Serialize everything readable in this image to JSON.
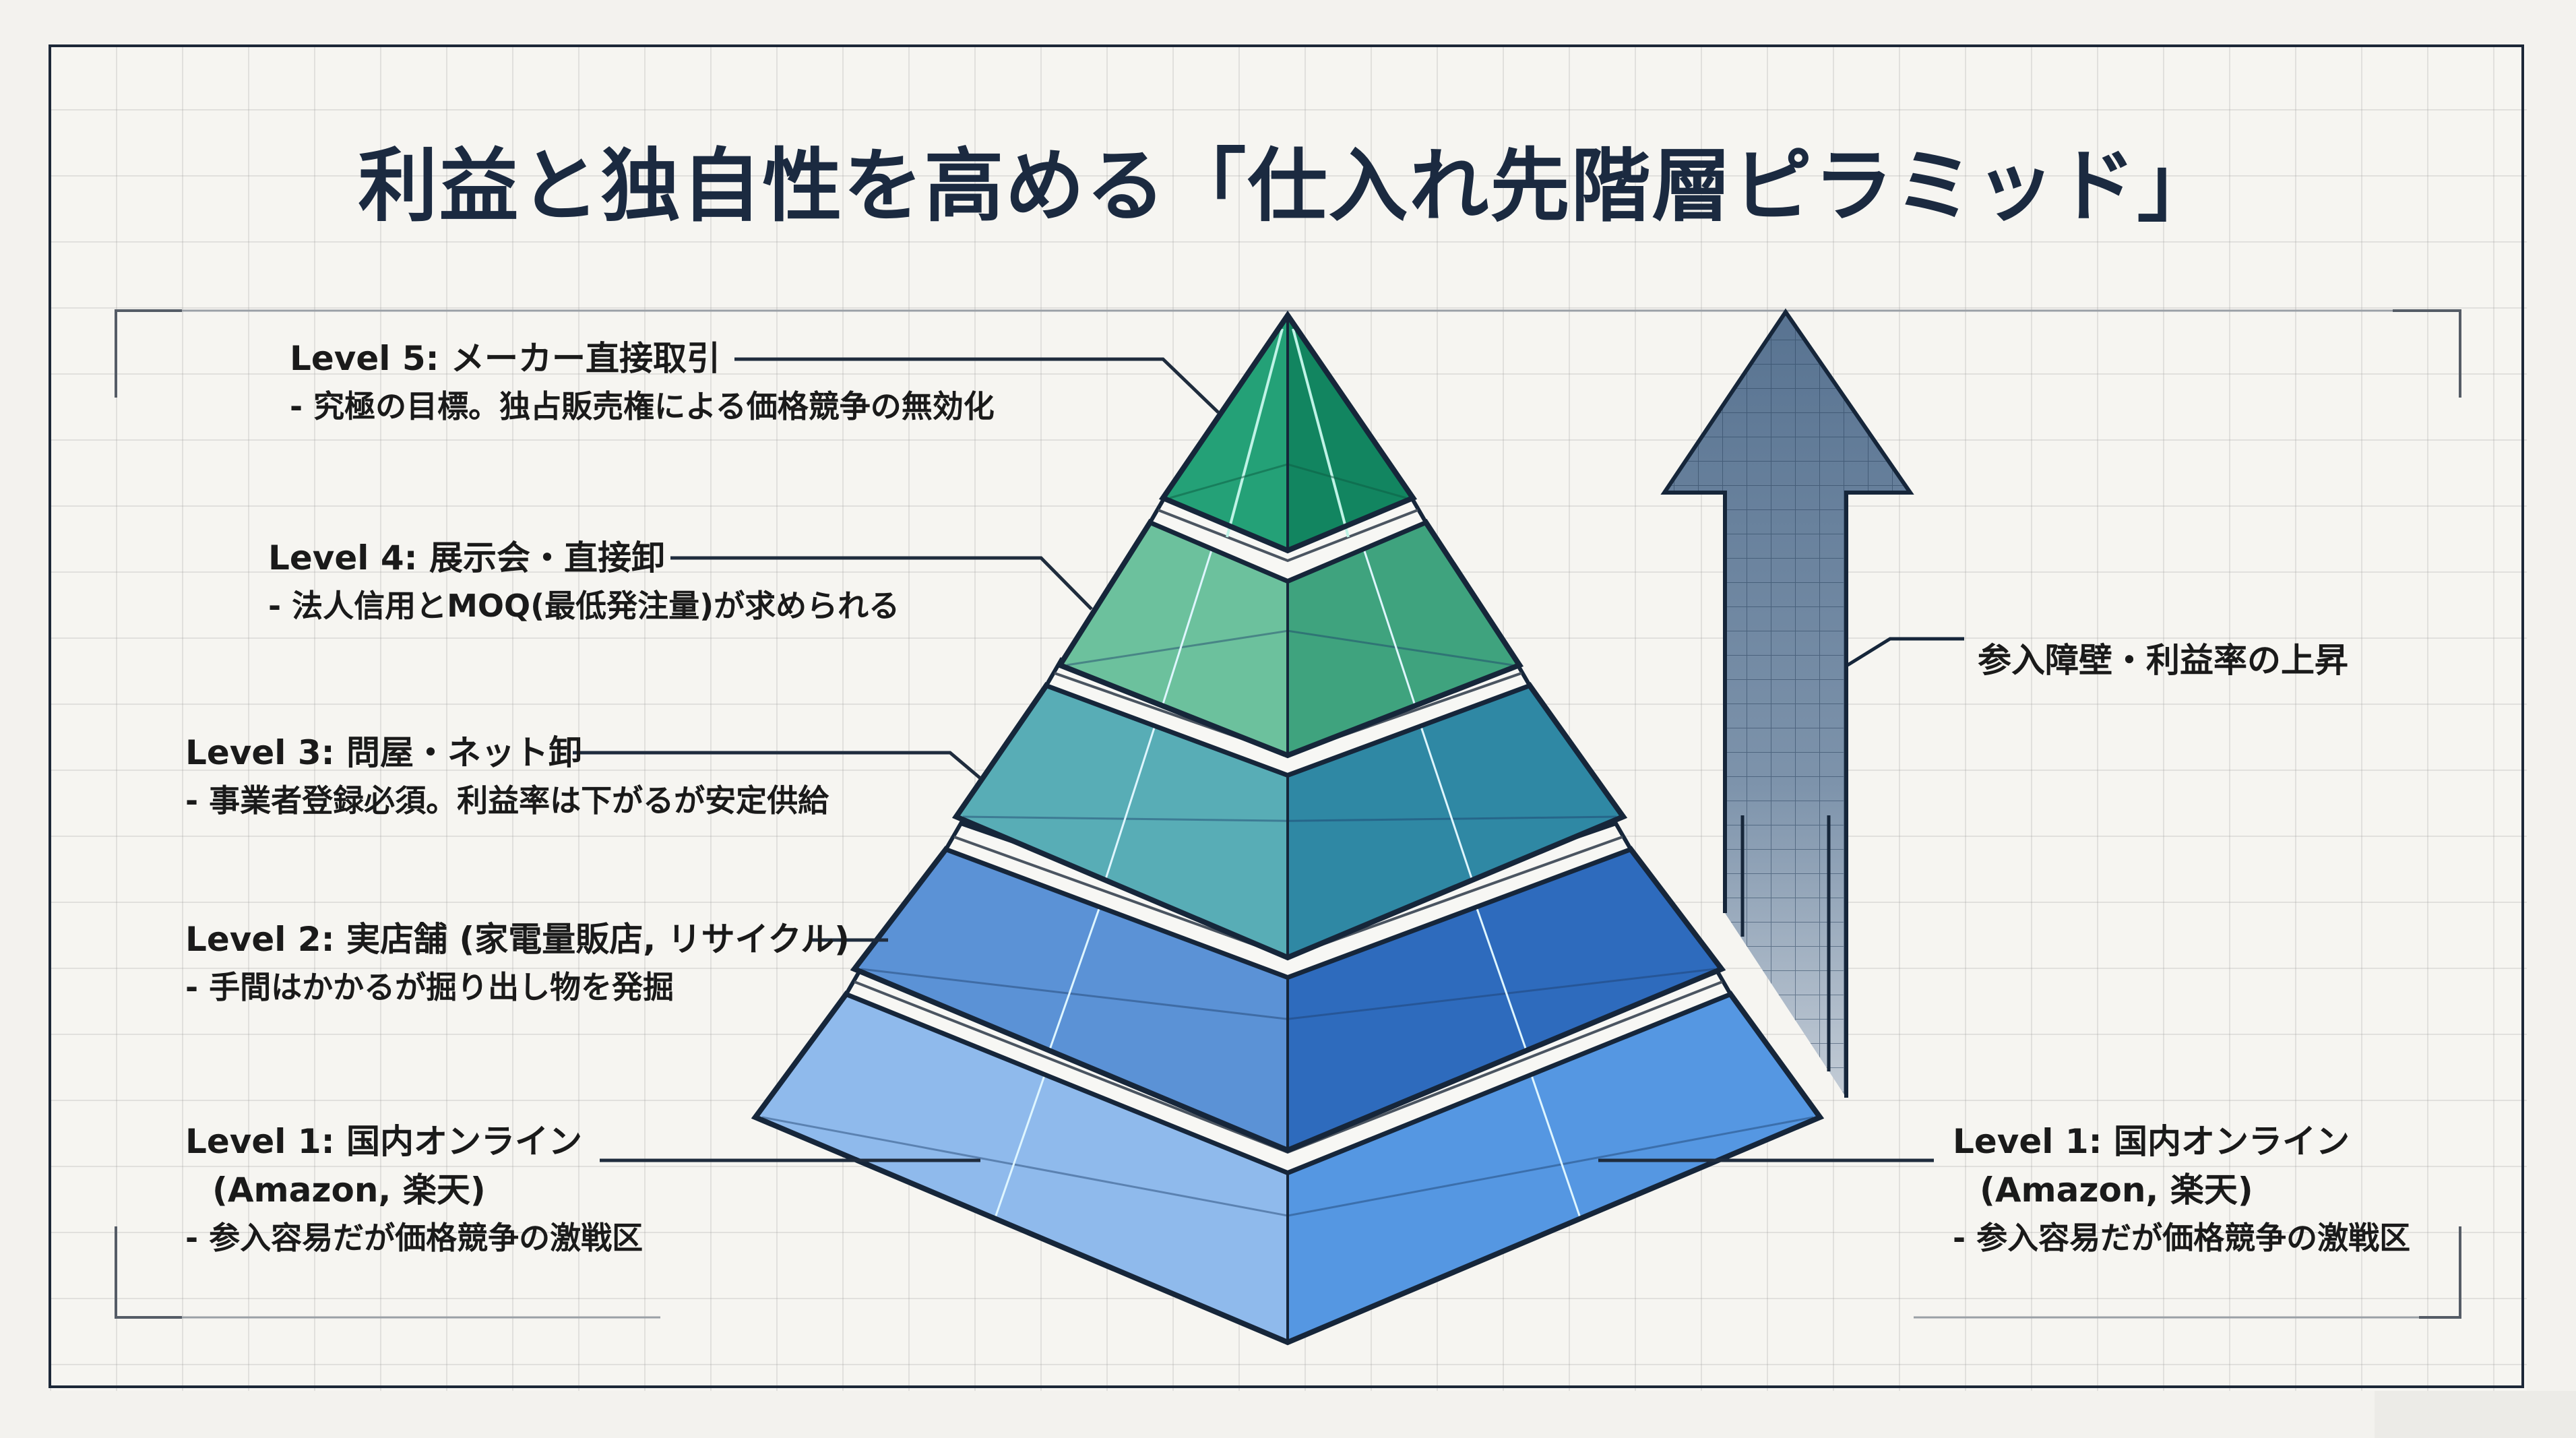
{
  "title": "利益と独自性を高める「仕入れ先階層ピラミッド」",
  "levels": [
    {
      "id": 5,
      "title": "Level 5: メーカー直接取引",
      "subtitle": "",
      "description": "- 究極の目標。独占販売権による価格競争の無効化",
      "colors": {
        "left": "#24a177",
        "right": "#128560"
      }
    },
    {
      "id": 4,
      "title": "Level 4: 展示会・直接卸",
      "subtitle": "",
      "description": "- 法人信用とMOQ(最低発注量)が求められる",
      "colors": {
        "left": "#6cc19d",
        "right": "#3fa37e"
      }
    },
    {
      "id": 3,
      "title": "Level 3: 問屋・ネット卸",
      "subtitle": "",
      "description": "- 事業者登録必須。利益率は下がるが安定供給",
      "colors": {
        "left": "#58adb6",
        "right": "#2f88a4"
      }
    },
    {
      "id": 2,
      "title": "Level 2: 実店舗 (家電量販店, リサイクル)",
      "subtitle": "",
      "description": "- 手間はかかるが掘り出し物を発掘",
      "colors": {
        "left": "#5b92d6",
        "right": "#2e6bbd"
      }
    },
    {
      "id": 1,
      "title": "Level 1: 国内オンライン",
      "subtitle": "(Amazon, 楽天)",
      "description": "- 参入容易だが価格競争の激戦区",
      "colors": {
        "left": "#8fbaec",
        "right": "#5597e2"
      }
    }
  ],
  "right_label_level1": {
    "title": "Level 1: 国内オンライン",
    "subtitle": "(Amazon, 楽天)",
    "description": "- 参入容易だが価格競争の激戦区"
  },
  "arrow": {
    "label": "参入障壁・利益率の上昇",
    "color": "#5a7593"
  },
  "colors": {
    "outline": "#16263a",
    "background": "#f6f5f1",
    "title": "#1b2a40"
  }
}
